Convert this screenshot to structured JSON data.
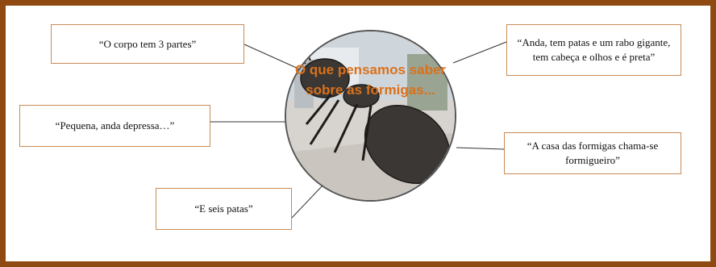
{
  "center": {
    "title": "O que pensamos saber sobre as formigas..."
  },
  "boxes": {
    "corpo": "“O corpo tem 3 partes”",
    "anda": "“Anda, tem patas e um rabo gigante, tem cabeça e olhos e é preta”",
    "pequena": "“Pequena, anda depressa…”",
    "casa": "“A casa das formigas chama-se formigueiro”",
    "patas": "“E seis patas”"
  },
  "colors": {
    "frame": "#8e4a12",
    "box_border": "#c98b54",
    "title": "#d9711c"
  }
}
